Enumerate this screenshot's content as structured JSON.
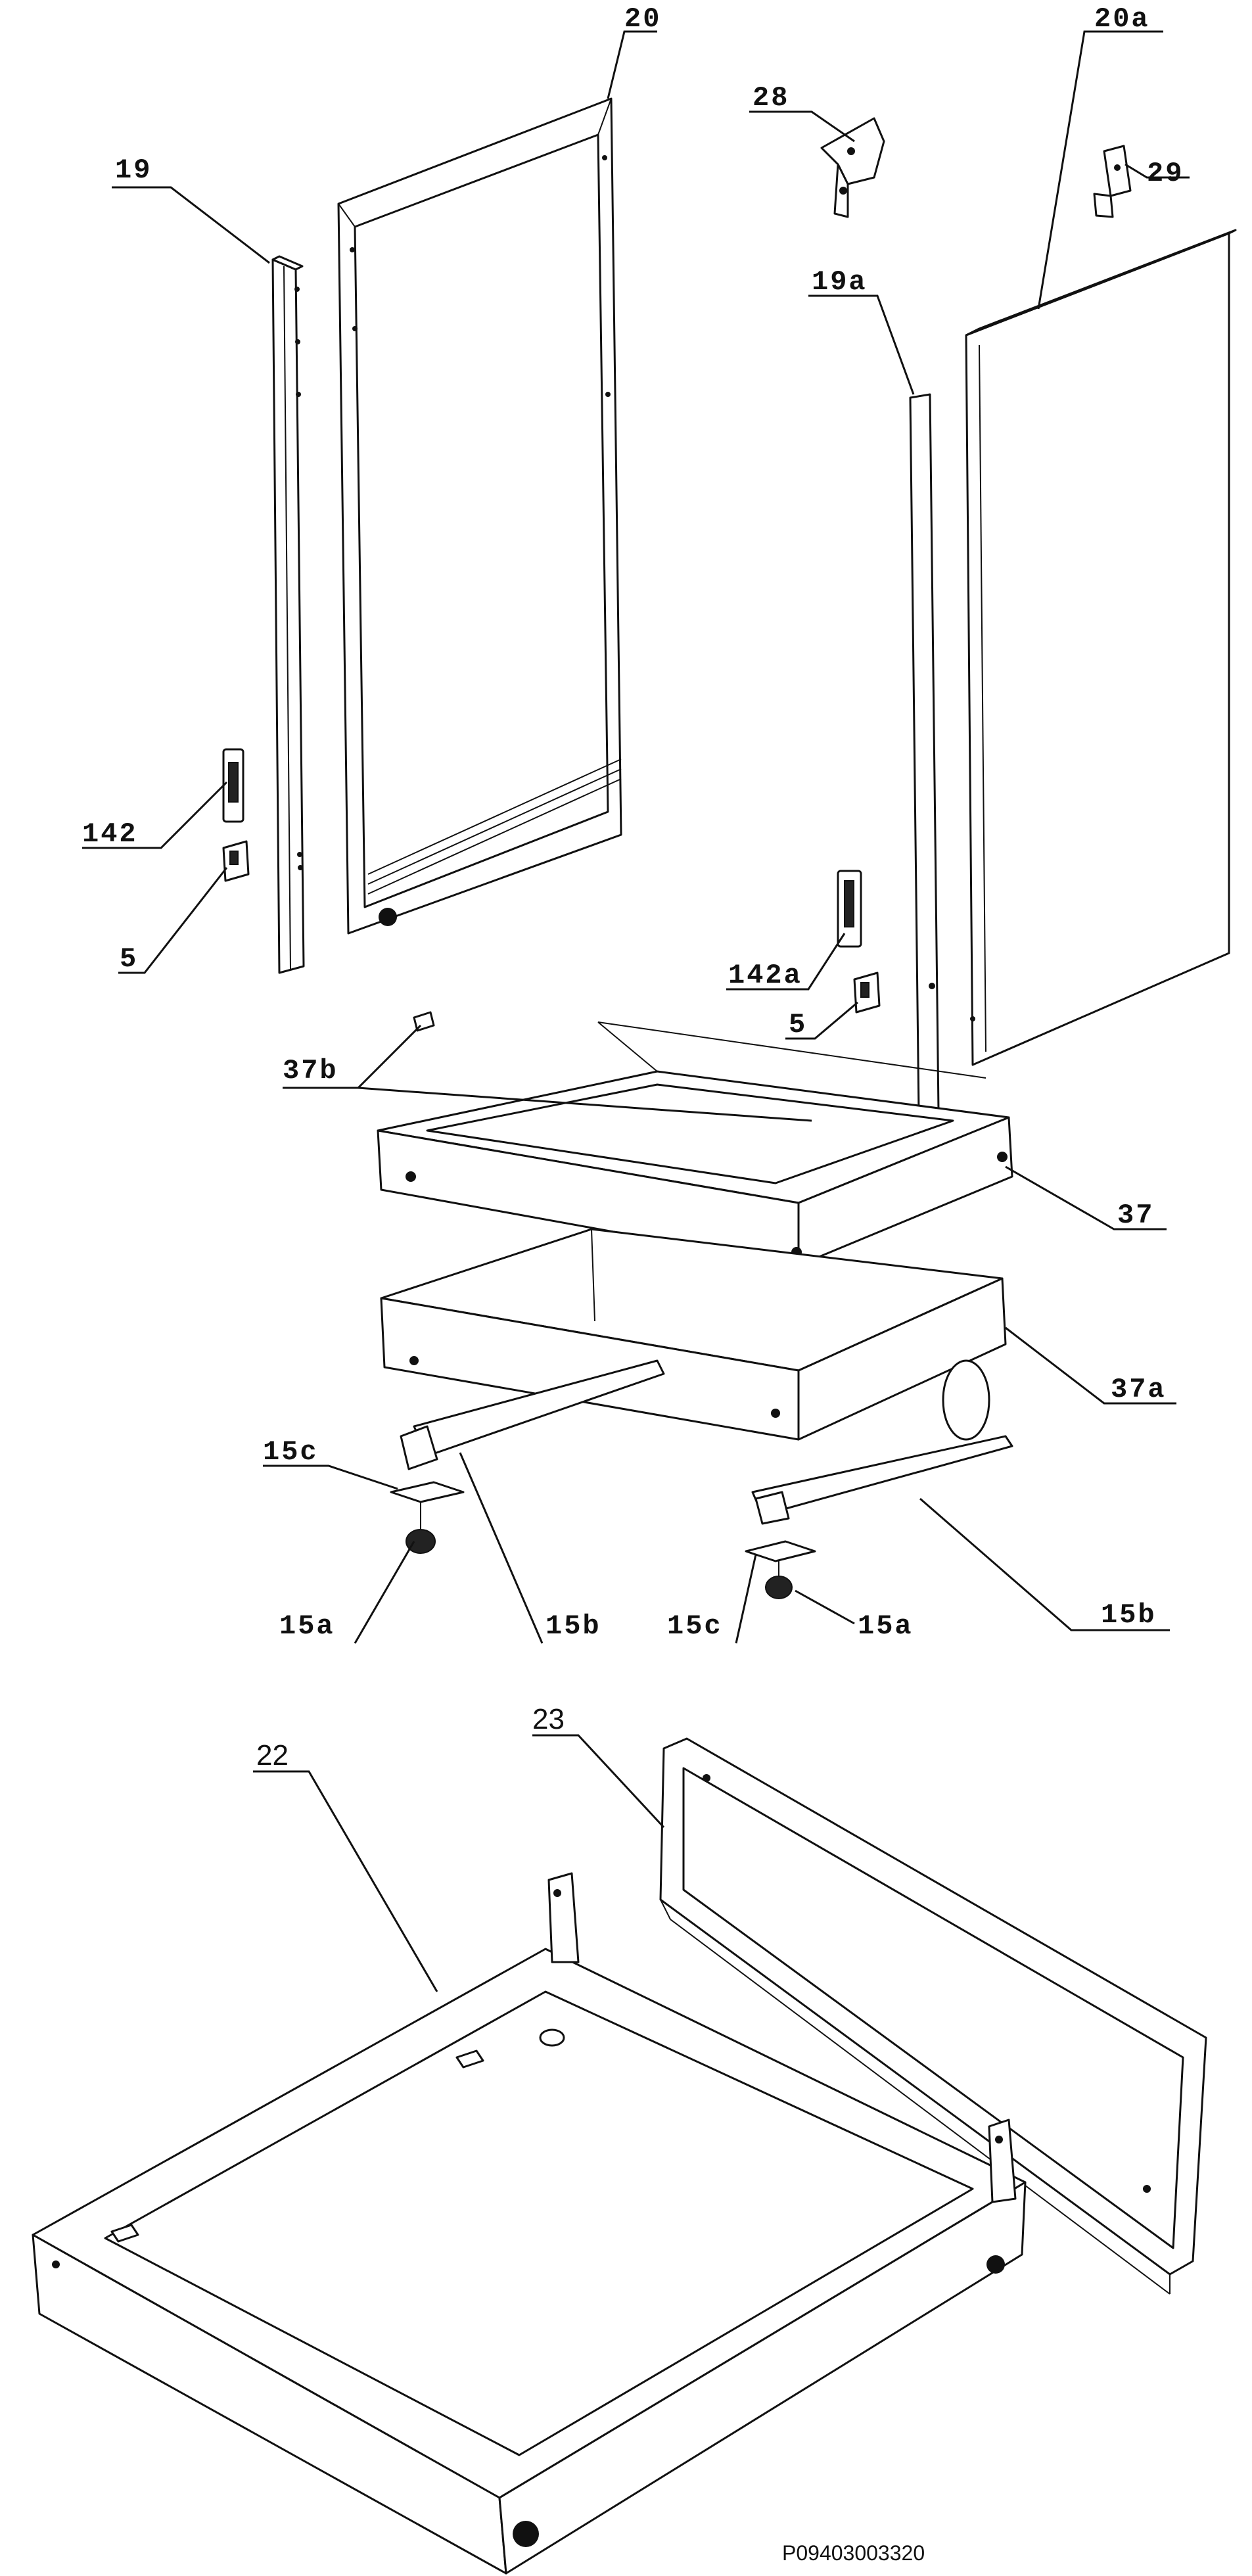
{
  "diagram": {
    "document_code": "P09403003320",
    "callouts": {
      "c20": "20",
      "c20a": "20a",
      "c19": "19",
      "c19a": "19a",
      "c28": "28",
      "c29": "29",
      "c142": "142",
      "c142a": "142a",
      "c5_left": "5",
      "c5_right": "5",
      "c37b": "37b",
      "c37": "37",
      "c37a": "37a",
      "c15c_left": "15c",
      "c15c_right": "15c",
      "c15a_left": "15a",
      "c15a_right": "15a",
      "c15b_left": "15b",
      "c15b_right": "15b",
      "c22": "22",
      "c23": "23"
    }
  }
}
